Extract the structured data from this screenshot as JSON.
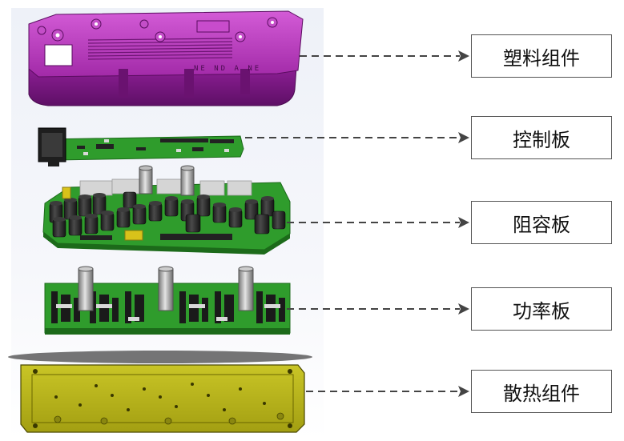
{
  "diagram": {
    "components": [
      {
        "id": "plastic",
        "label": "塑料组件"
      },
      {
        "id": "control",
        "label": "控制板"
      },
      {
        "id": "capacitor",
        "label": "阻容板"
      },
      {
        "id": "power",
        "label": "功率板"
      },
      {
        "id": "heatsink",
        "label": "散热组件"
      }
    ],
    "colors": {
      "plastic": "#b431b8",
      "pcb": "#2f9c2c",
      "capacitor": "#2a2a2a",
      "heatsink": "#b8b41c",
      "connector_line": "#444444"
    }
  }
}
